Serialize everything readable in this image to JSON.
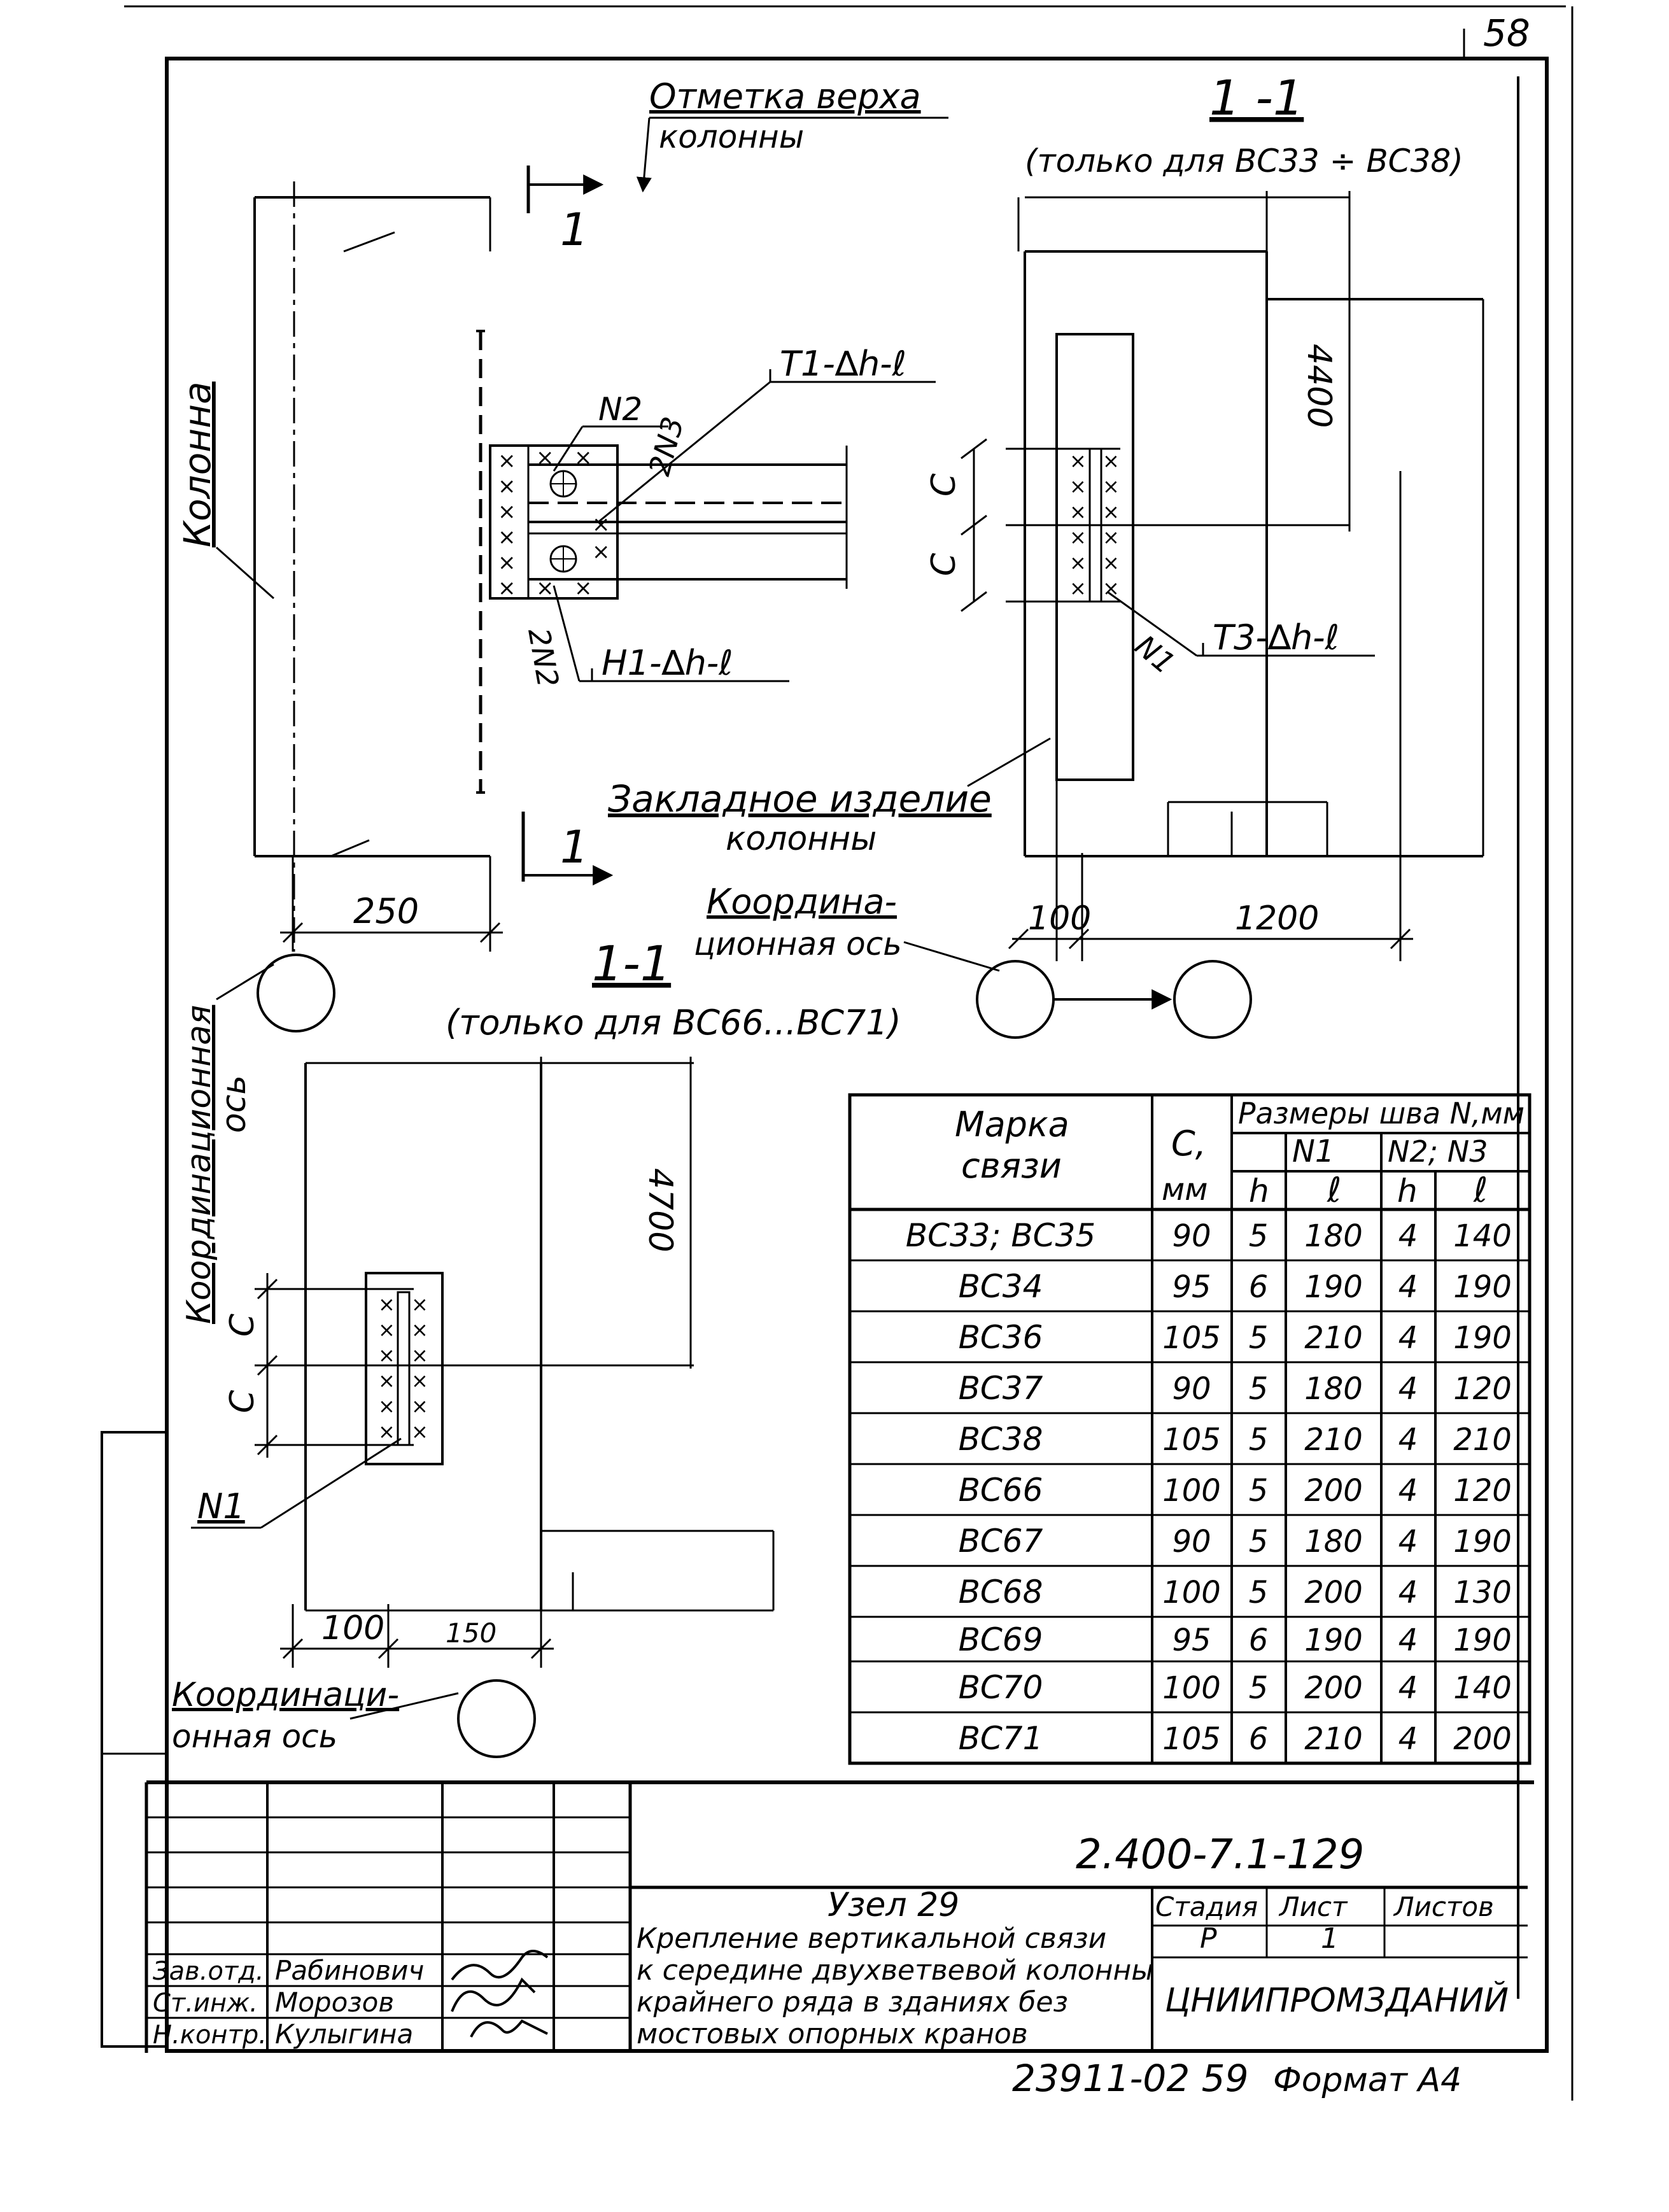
{
  "sheet": {
    "page_number": "58",
    "drawing_code": "2.400-7.1-129",
    "archive_stamp": "23911-02 59",
    "format_label": "Формат А4"
  },
  "view_main": {
    "top_mark_line1": "Отметка верха",
    "top_mark_line2": "колонны",
    "section_cut": "1",
    "column_label": "Колонна",
    "part_n2": "N2",
    "part_2n3": "2N3",
    "part_2n2": "2N2",
    "weld_t1": "Т1-∆h-ℓ",
    "weld_h1": "Н1-∆h-ℓ",
    "embedded_line1": "Закладное изделие",
    "embedded_line2": "колонны",
    "dim_250": "250",
    "axis_line1": "Координа-",
    "axis_line2": "ционная ось",
    "axis_vertical_line1": "Координационная",
    "axis_vertical_line2": "ось"
  },
  "section_a": {
    "title": "1 -1",
    "subtitle": "(только для ВС33 ÷ ВС38)",
    "dim_4400": "4400",
    "dim_c": "C",
    "part_n1": "N1",
    "weld_t3": "Т3-∆h-ℓ",
    "dim_100": "100",
    "dim_1200": "1200"
  },
  "section_b": {
    "title": "1-1",
    "subtitle": "(только для ВС66...ВС71)",
    "dim_4700": "4700",
    "dim_c": "C",
    "part_n1": "N1",
    "dim_100": "100",
    "dim_150": "150",
    "axis_line1": "Координаци-",
    "axis_line2": "онная ось"
  },
  "table": {
    "h_mark_line1": "Марка",
    "h_mark_line2": "связи",
    "h_c_line1": "C,",
    "h_c_line2": "мм",
    "h_sizes": "Размеры шва N,мм",
    "h_n1": "N1",
    "h_n23": "N2; N3",
    "h_h1": "h",
    "h_l1": "ℓ",
    "h_h2": "h",
    "h_l2": "ℓ",
    "rows": [
      [
        "ВС33; ВС35",
        "90",
        "5",
        "180",
        "4",
        "140"
      ],
      [
        "ВС34",
        "95",
        "6",
        "190",
        "4",
        "190"
      ],
      [
        "ВС36",
        "105",
        "5",
        "210",
        "4",
        "190"
      ],
      [
        "ВС37",
        "90",
        "5",
        "180",
        "4",
        "120"
      ],
      [
        "ВС38",
        "105",
        "5",
        "210",
        "4",
        "210"
      ],
      [
        "ВС66",
        "100",
        "5",
        "200",
        "4",
        "120"
      ],
      [
        "ВС67",
        "90",
        "5",
        "180",
        "4",
        "190"
      ],
      [
        "ВС68",
        "100",
        "5",
        "200",
        "4",
        "130"
      ],
      [
        "ВС69",
        "95",
        "6",
        "190",
        "4",
        "190"
      ],
      [
        "ВС70",
        "100",
        "5",
        "200",
        "4",
        "140"
      ],
      [
        "ВС71",
        "105",
        "6",
        "210",
        "4",
        "200"
      ]
    ]
  },
  "title_block": {
    "node": "Узел 29",
    "desc_line1": "Крепление вертикальной связи",
    "desc_line2": "к середине двухветвевой колонны",
    "desc_line3": "крайнего ряда в зданиях без",
    "desc_line4": "мостовых опорных кранов",
    "stage_label": "Стадия",
    "sheet_label": "Лист",
    "sheets_label": "Листов",
    "stage_value": "Р",
    "sheet_value": "1",
    "org": "ЦНИИПРОМЗДАНИЙ",
    "roles": [
      {
        "role": "Зав.отд.",
        "name": "Рабинович"
      },
      {
        "role": "Ст.инж.",
        "name": "Морозов"
      },
      {
        "role": "Н.контр.",
        "name": "Кулыгина"
      }
    ]
  }
}
